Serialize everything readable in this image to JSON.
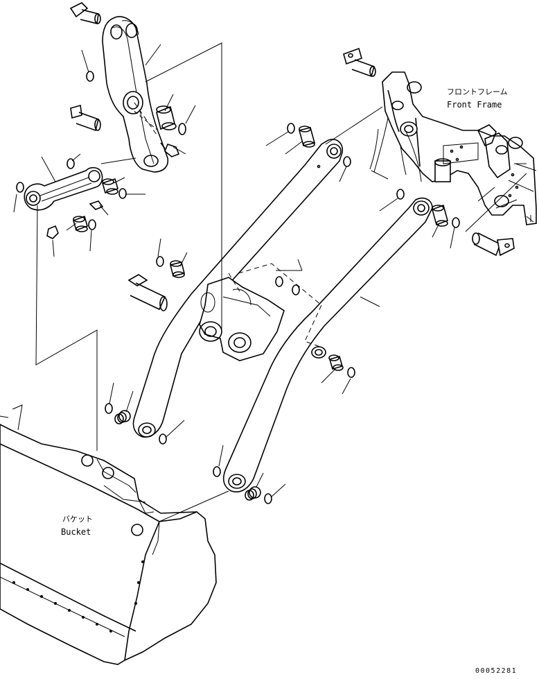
{
  "labels": {
    "front_frame_jp": "フロントフレーム",
    "front_frame_en": "Front Frame",
    "bucket_jp": "バケット",
    "bucket_en": "Bucket"
  },
  "document_number": "00052281"
}
